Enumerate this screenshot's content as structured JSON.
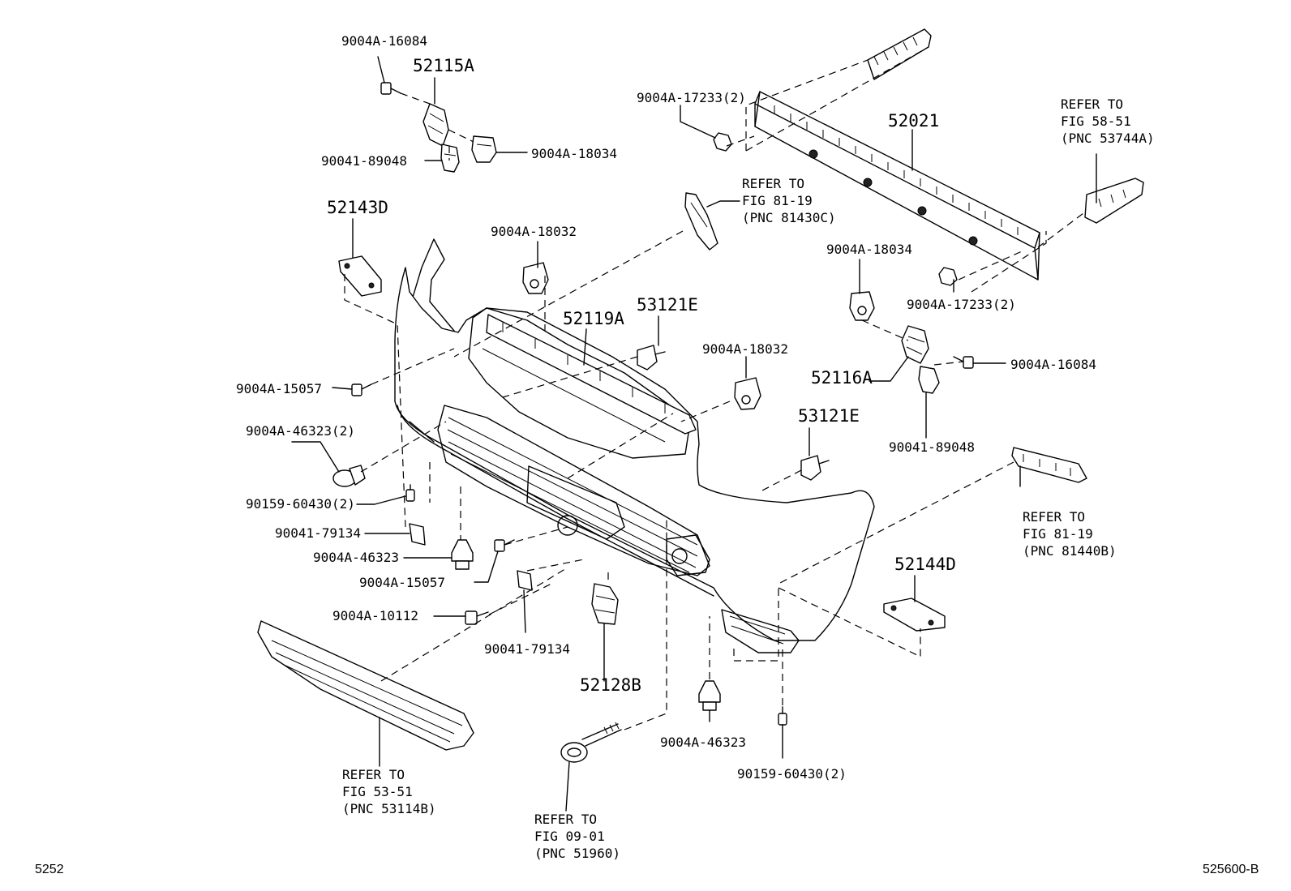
{
  "labels": {
    "p_9004a_16084_a": "9004A-16084",
    "p_52115a": "52115A",
    "p_90041_89048_a": "90041-89048",
    "p_9004a_18034_a": "9004A-18034",
    "p_52143d": "52143D",
    "p_9004a_18032_a": "9004A-18032",
    "p_9004a_17233_a": "9004A-17233(2)",
    "p_52021": "52021",
    "ref_58_51": "REFER TO\nFIG 58-51\n(PNC 53744A)",
    "ref_81_19_a": "REFER TO\nFIG 81-19\n(PNC 81430C)",
    "p_9004a_18034_b": "9004A-18034",
    "p_9004a_17233_b": "9004A-17233(2)",
    "p_53121e_a": "53121E",
    "p_52119a": "52119A",
    "p_9004a_18032_b": "9004A-18032",
    "p_52116a": "52116A",
    "p_9004a_16084_b": "9004A-16084",
    "p_9004a_15057_a": "9004A-15057",
    "p_53121e_b": "53121E",
    "p_90041_89048_b": "90041-89048",
    "p_9004a_46323_a": "9004A-46323(2)",
    "p_90159_60430_a": "90159-60430(2)",
    "p_90041_79134_a": "90041-79134",
    "p_9004a_46323_b": "9004A-46323",
    "p_9004a_15057_b": "9004A-15057",
    "p_9004a_10112": "9004A-10112",
    "p_90041_79134_b": "90041-79134",
    "ref_81_19_b": "REFER TO\nFIG 81-19\n(PNC 81440B)",
    "p_52144d": "52144D",
    "p_52128b": "52128B",
    "p_9004a_46323_c": "9004A-46323",
    "p_90159_60430_b": "90159-60430(2)",
    "ref_53_51": "REFER TO\nFIG 53-51\n(PNC 53114B)",
    "ref_09_01": "REFER TO\nFIG 09-01\n(PNC 51960)"
  },
  "footer": {
    "page_code": "5252",
    "figure_code": "525600-B"
  }
}
